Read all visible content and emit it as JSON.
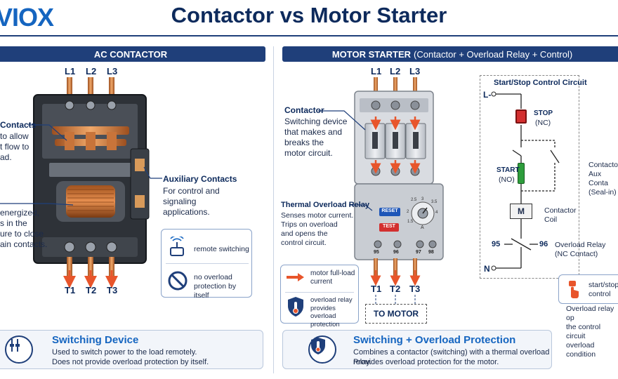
{
  "header": {
    "logo": "VIOX",
    "title": "Contactor vs Motor Starter"
  },
  "left": {
    "banner": "AC CONTACTOR",
    "terminals_top": [
      "L1",
      "L2",
      "L3"
    ],
    "terminals_bottom": [
      "T1",
      "T2",
      "T3"
    ],
    "main_contacts": {
      "title": "Contacts",
      "desc": [
        "to allow",
        "t flow to",
        "ad."
      ]
    },
    "coil": {
      "desc": [
        "energized,",
        "s in the",
        "ure to close",
        "ain contacts."
      ]
    },
    "aux_contacts": {
      "title": "Auxiliary Contacts",
      "desc": [
        "For control and",
        "signaling",
        "applications."
      ]
    },
    "features": [
      {
        "icon": "remote-switching-icon",
        "text": "remote switching"
      },
      {
        "icon": "no-overload-icon",
        "text": "no overload protection by itself"
      }
    ],
    "bottom": {
      "title": "Switching Device",
      "lines": [
        "Used to switch power to the load remotely.",
        "Does not provide overload protection by itself."
      ]
    }
  },
  "right": {
    "banner_main": "MOTOR STARTER",
    "banner_sub": "(Contactor + Overload Relay + Control)",
    "terminals_top": [
      "L1",
      "L2",
      "L3"
    ],
    "terminals_bottom": [
      "T1",
      "T2",
      "T3"
    ],
    "contactor": {
      "title": "Contactor",
      "desc": [
        "Switching device",
        "that makes and",
        "breaks the",
        "motor circuit."
      ]
    },
    "overload": {
      "title": "Thermal Overload Relay",
      "desc": [
        "Senses motor current.",
        "Trips on overload",
        "and opens the",
        "control circuit."
      ],
      "reset_label": "RESET",
      "test_label": "TEST",
      "dial_numbers": [
        "2.5",
        "3",
        "3.5",
        "4",
        "2",
        "1.5"
      ],
      "dial_unit": "A",
      "terminal_nums": [
        "95",
        "96",
        "97",
        "98"
      ]
    },
    "legend": [
      {
        "icon": "arrow-right-icon",
        "text": "motor full-load current"
      },
      {
        "icon": "thermometer-shield-icon",
        "text": "overload relay provides overload protection"
      }
    ],
    "to_motor": "TO MOTOR",
    "control_circuit": {
      "title": "Start/Stop Control Circuit",
      "l_label": "L-",
      "n_label": "N",
      "stop_label": "STOP",
      "stop_sub": "(NC)",
      "start_label": "START",
      "start_sub": "(NO)",
      "coil_letter": "M",
      "coil_label": "Contactor Coil",
      "aux_label": [
        "Contactor",
        "Aux Conta",
        "(Seal-in)"
      ],
      "ol_left": "95",
      "ol_right": "96",
      "ol_label": [
        "Overload Relay",
        "(NC Contact)"
      ]
    },
    "callout": {
      "text": [
        "start/stop",
        "control"
      ],
      "note": [
        "Overload relay op",
        "the control circuit",
        "overload condition"
      ]
    },
    "bottom": {
      "title": "Switching + Overload Protection",
      "lines": [
        "Combines a contactor (switching) with a thermal overload relay.",
        "Provides overload protection for the motor."
      ]
    }
  },
  "colors": {
    "navy": "#1f3f7a",
    "accent_blue": "#1565c0",
    "copper": "#c8743a",
    "arrow_orange": "#e8552b",
    "stop_red": "#d32f2f",
    "start_green": "#2e9d3c"
  }
}
